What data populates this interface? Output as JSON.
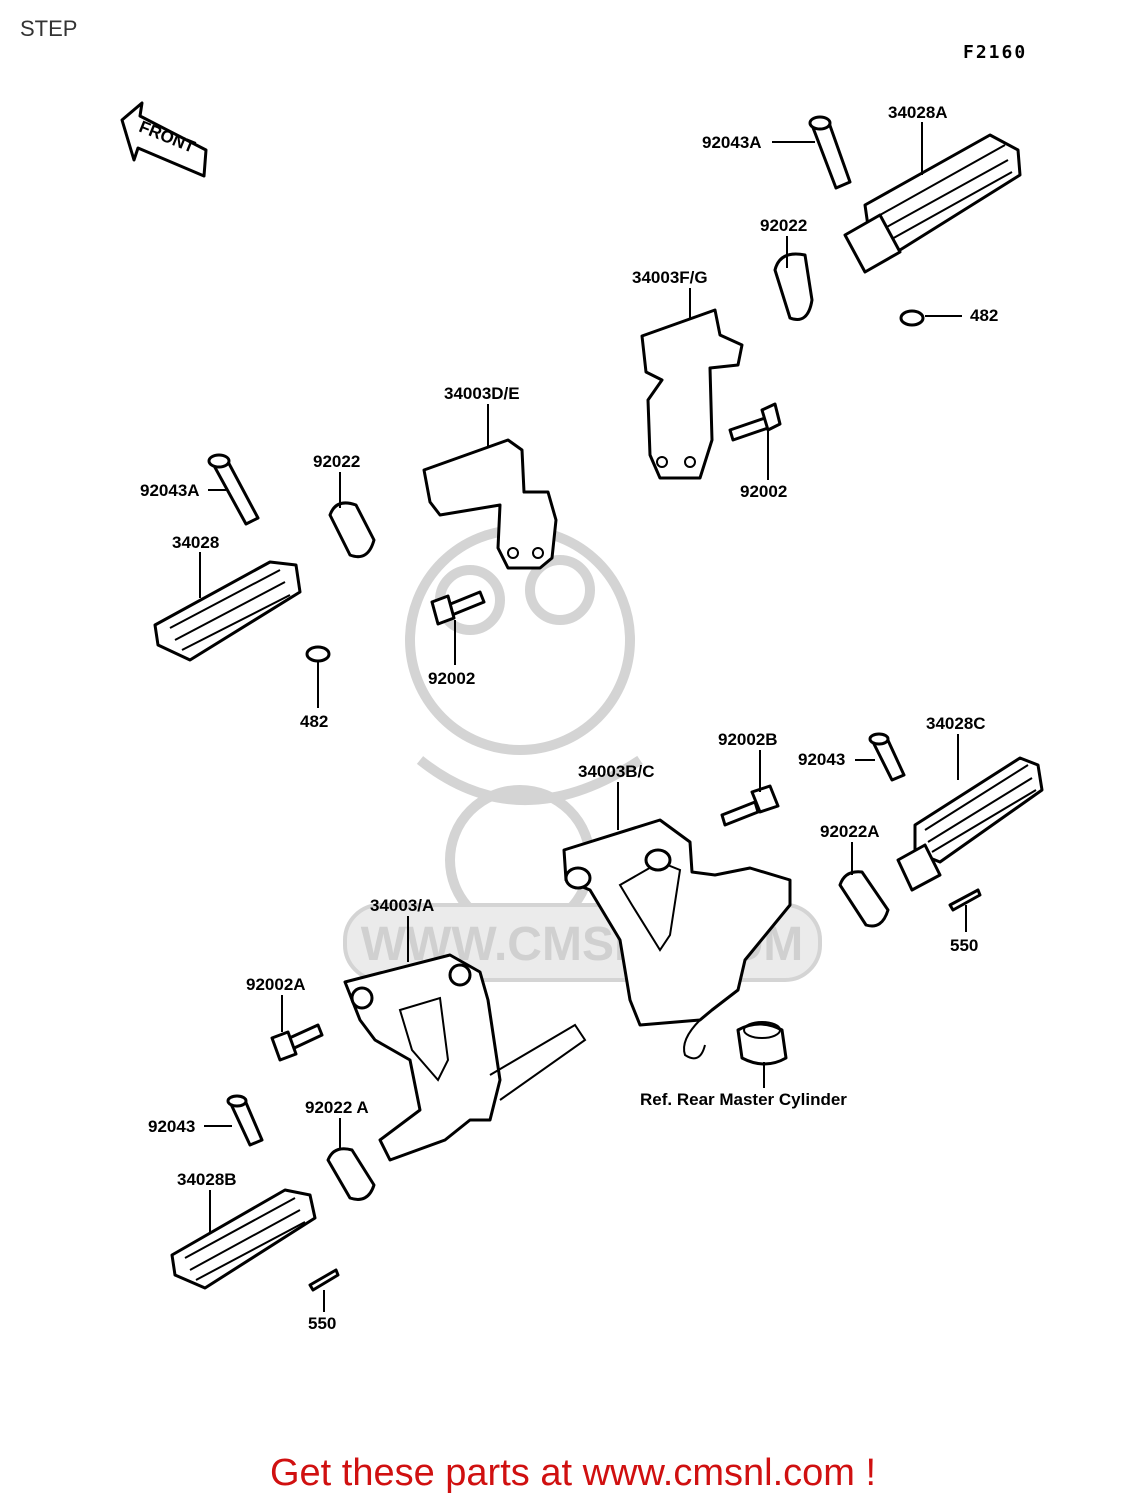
{
  "header": {
    "title": "STEP",
    "diagram_code": "F2160"
  },
  "front_arrow": {
    "label": "FRONT"
  },
  "watermark": {
    "text": "WWW.CMSNL.COM"
  },
  "callouts": {
    "pin_right_upper": "92043A",
    "footpeg_right_upper": "34028A",
    "bushing_right_upper": "92022",
    "bracket_right_upper": "34003F/G",
    "washer_right_upper": "482",
    "bracket_left_upper": "34003D/E",
    "bolt_right_upper": "92002",
    "bushing_left_upper": "92022",
    "pin_left_upper": "92043A",
    "footpeg_left_upper": "34028",
    "bolt_left_upper": "92002",
    "washer_left_upper": "482",
    "bolt_right_lower": "92002B",
    "footpeg_right_lower": "34028C",
    "pin_right_lower": "92043",
    "bracket_right_lower": "34003B/C",
    "bushing_right_lower": "92022A",
    "cotter_right_lower": "550",
    "bracket_left_lower": "34003/A",
    "bolt_left_lower": "92002A",
    "rear_master_cylinder": "Ref. Rear Master Cylinder",
    "pin_left_lower": "92043",
    "bushing_left_lower": "92022 A",
    "footpeg_left_lower": "34028B",
    "cotter_left_lower": "550"
  },
  "footer": {
    "promo": "Get these parts at www.cmsnl.com !"
  }
}
